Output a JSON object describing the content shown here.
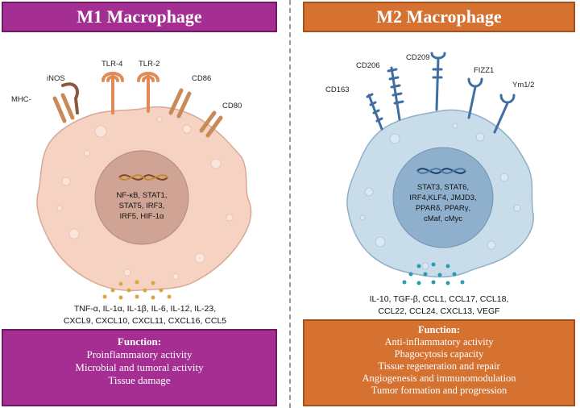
{
  "m1": {
    "title": "M1 Macrophage",
    "receptors": {
      "mhc": "MHC-",
      "inos": "iNOS",
      "tlr4": "TLR-4",
      "tlr2": "TLR-2",
      "cd86": "CD86",
      "cd80": "CD80"
    },
    "nucleus_lines": [
      "NF-κB, STAT1,",
      "STAT5, IRF3,",
      "IRF5, HIF-1α"
    ],
    "cytokine_lines": [
      "TNF-α, IL-1α, IL-1β, IL-6, IL-12, IL-23,",
      "CXCL9, CXCL10, CXCL11, CXCL16, CCL5"
    ],
    "function_title": "Function:",
    "functions": [
      "Proinflammatory activity",
      "Microbial and tumoral activity",
      "Tissue damage"
    ]
  },
  "m2": {
    "title": "M2 Macrophage",
    "receptors": {
      "cd163": "CD163",
      "cd206": "CD206",
      "cd209": "CD209",
      "fizz1": "FIZZ1",
      "ym12": "Ym1/2"
    },
    "nucleus_lines": [
      "STAT3, STAT6,",
      "IRF4,KLF4, JMJD3,",
      "PPARδ, PPARγ,",
      "cMaf, cMyc"
    ],
    "cytokine_lines": [
      "IL-10, TGF-β, CCL1, CCL17, CCL18,",
      "CCL22, CCL24, CXCL13, VEGF"
    ],
    "function_title": "Function:",
    "functions": [
      "Anti-inflammatory activity",
      "Phagocytosis capacity",
      "Tissue regeneration and repair",
      "Angiogenesis and immunomodulation",
      "Tumor formation and progression"
    ]
  },
  "colors": {
    "m1_accent": "#a42e92",
    "m2_accent": "#d57231",
    "m1_cell": "#f6d2c2",
    "m2_cell": "#c9dcea"
  }
}
